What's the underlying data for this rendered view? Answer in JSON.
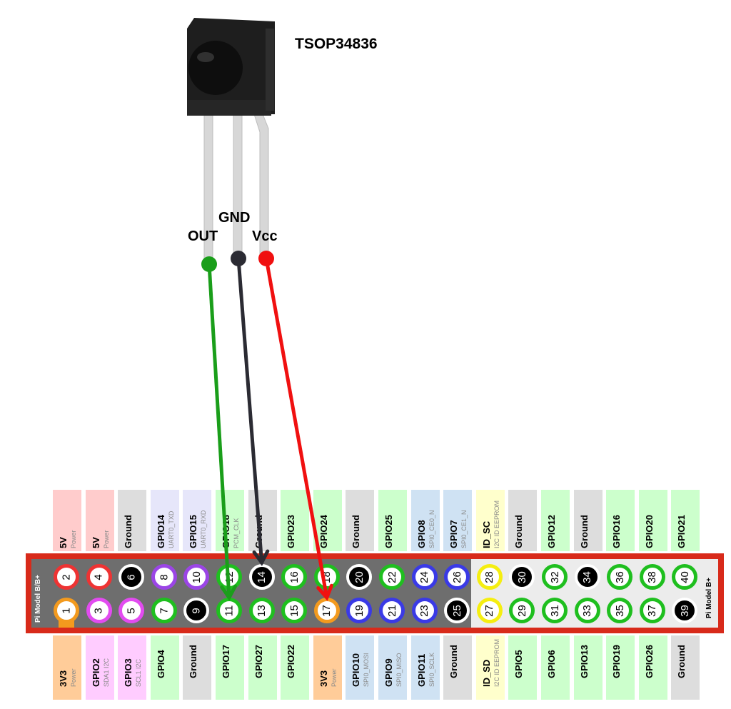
{
  "diagram": {
    "title": "TSOP34836 IR receiver wiring to Raspberry Pi GPIO header",
    "component": {
      "name": "TSOP34836",
      "pins": [
        {
          "label": "OUT",
          "color": "#1a9e1a",
          "connects_to_pin": 11,
          "connects_to_name": "GPIO17"
        },
        {
          "label": "GND",
          "color": "#2b2b33",
          "connects_to_pin": 14,
          "connects_to_name": "Ground"
        },
        {
          "label": "Vcc",
          "color": "#f01010",
          "connects_to_pin": 17,
          "connects_to_name": "3V3 Power"
        }
      ]
    },
    "header": {
      "model_label_left": "Pi Model B/B+",
      "model_label_right": "Pi Model B+",
      "colors": {
        "frame": "#d82a1a",
        "power5v": "#ee3333",
        "power3v3": "#f39a1e",
        "ground": "#000000",
        "gpio": "#1fbf1f",
        "uart": "#9b45e6",
        "i2c": "#e24bf0",
        "spi": "#3a3ae6",
        "eeprom": "#f5ee10"
      },
      "top_row": [
        {
          "pin": 2,
          "name": "5V",
          "sub": "Power",
          "type": "power5v"
        },
        {
          "pin": 4,
          "name": "5V",
          "sub": "Power",
          "type": "power5v"
        },
        {
          "pin": 6,
          "name": "Ground",
          "sub": "",
          "type": "ground"
        },
        {
          "pin": 8,
          "name": "GPIO14",
          "sub": "UART0_TXD",
          "type": "uart"
        },
        {
          "pin": 10,
          "name": "GPIO15",
          "sub": "UART0_RXD",
          "type": "uart"
        },
        {
          "pin": 12,
          "name": "GPIO18",
          "sub": "PCM_CLK",
          "type": "gpio"
        },
        {
          "pin": 14,
          "name": "Ground",
          "sub": "",
          "type": "ground"
        },
        {
          "pin": 16,
          "name": "GPIO23",
          "sub": "",
          "type": "gpio"
        },
        {
          "pin": 18,
          "name": "GPIO24",
          "sub": "",
          "type": "gpio"
        },
        {
          "pin": 20,
          "name": "Ground",
          "sub": "",
          "type": "ground"
        },
        {
          "pin": 22,
          "name": "GPIO25",
          "sub": "",
          "type": "gpio"
        },
        {
          "pin": 24,
          "name": "GPIO8",
          "sub": "SPI0_CE0_N",
          "type": "spi"
        },
        {
          "pin": 26,
          "name": "GPIO7",
          "sub": "SPI0_CE1_N",
          "type": "spi"
        },
        {
          "pin": 28,
          "name": "ID_SC",
          "sub": "I2C ID EEPROM",
          "type": "eeprom"
        },
        {
          "pin": 30,
          "name": "Ground",
          "sub": "",
          "type": "ground"
        },
        {
          "pin": 32,
          "name": "GPIO12",
          "sub": "",
          "type": "gpio"
        },
        {
          "pin": 34,
          "name": "Ground",
          "sub": "",
          "type": "ground"
        },
        {
          "pin": 36,
          "name": "GPIO16",
          "sub": "",
          "type": "gpio"
        },
        {
          "pin": 38,
          "name": "GPIO20",
          "sub": "",
          "type": "gpio"
        },
        {
          "pin": 40,
          "name": "GPIO21",
          "sub": "",
          "type": "gpio"
        }
      ],
      "bottom_row": [
        {
          "pin": 1,
          "name": "3V3",
          "sub": "Power",
          "type": "power3v3"
        },
        {
          "pin": 3,
          "name": "GPIO2",
          "sub": "SDA1 I2C",
          "type": "i2c"
        },
        {
          "pin": 5,
          "name": "GPIO3",
          "sub": "SCL1 I2C",
          "type": "i2c"
        },
        {
          "pin": 7,
          "name": "GPIO4",
          "sub": "",
          "type": "gpio"
        },
        {
          "pin": 9,
          "name": "Ground",
          "sub": "",
          "type": "ground"
        },
        {
          "pin": 11,
          "name": "GPIO17",
          "sub": "",
          "type": "gpio"
        },
        {
          "pin": 13,
          "name": "GPIO27",
          "sub": "",
          "type": "gpio"
        },
        {
          "pin": 15,
          "name": "GPIO22",
          "sub": "",
          "type": "gpio"
        },
        {
          "pin": 17,
          "name": "3V3",
          "sub": "Power",
          "type": "power3v3"
        },
        {
          "pin": 19,
          "name": "GPIO10",
          "sub": "SPI0_MOSI",
          "type": "spi"
        },
        {
          "pin": 21,
          "name": "GPIO9",
          "sub": "SPI0_MISO",
          "type": "spi"
        },
        {
          "pin": 23,
          "name": "GPIO11",
          "sub": "SPI0_SCLK",
          "type": "spi"
        },
        {
          "pin": 25,
          "name": "Ground",
          "sub": "",
          "type": "ground"
        },
        {
          "pin": 27,
          "name": "ID_SD",
          "sub": "I2C ID EEPROM",
          "type": "eeprom"
        },
        {
          "pin": 29,
          "name": "GPIO5",
          "sub": "",
          "type": "gpio"
        },
        {
          "pin": 31,
          "name": "GPIO6",
          "sub": "",
          "type": "gpio"
        },
        {
          "pin": 33,
          "name": "GPIO13",
          "sub": "",
          "type": "gpio"
        },
        {
          "pin": 35,
          "name": "GPIO19",
          "sub": "",
          "type": "gpio"
        },
        {
          "pin": 37,
          "name": "GPIO26",
          "sub": "",
          "type": "gpio"
        },
        {
          "pin": 39,
          "name": "Ground",
          "sub": "",
          "type": "ground"
        }
      ],
      "label_bg": {
        "power5v": "#ffcccc",
        "power3v3": "#ffcc99",
        "ground": "#dddddd",
        "gpio": "#ccffcc",
        "uart": "#e6e6fa",
        "i2c": "#ffccff",
        "spi": "#cfe2f3",
        "eeprom": "#ffffcc"
      }
    }
  }
}
